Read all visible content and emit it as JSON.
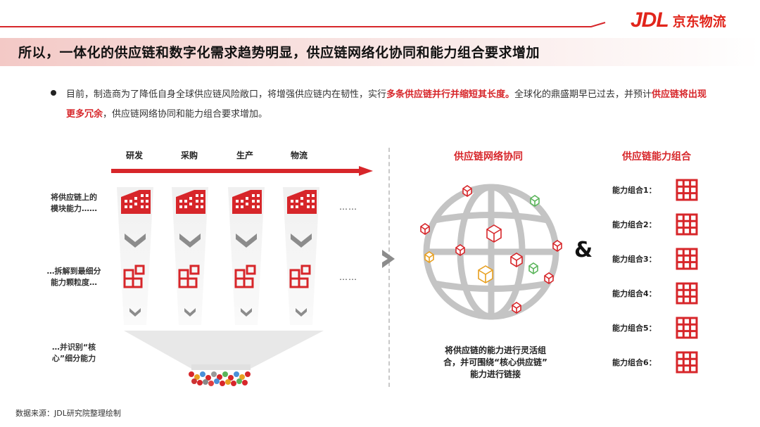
{
  "brand": {
    "logo_mark": "JDL",
    "logo_text": "京东物流",
    "color": "#e1251b"
  },
  "title": "所以，一体化的供应链和数字化需求趋势明显，供应链网络化协同和能力组合要求增加",
  "paragraph": {
    "part1": "目前，制造商为了降低自身全球供应链风险敞口，将增强供应链内在韧性，实行",
    "hl1": "多条供应链并行并缩短其长度。",
    "part2": "全球化的鼎盛期早已过去，并预计",
    "hl2": "供应链将出现更多冗余",
    "part3": "，供应链网络协同和能力组合要求增加。"
  },
  "stages": [
    "研发",
    "采购",
    "生产",
    "物流"
  ],
  "left_labels": {
    "row1_line1": "将供应链上的",
    "row1_line2": "模块能力……",
    "row2_line1": "…拆解到最细分",
    "row2_line2": "能力颗粒度…",
    "row3_line1": "…并识别“核",
    "row3_line2": "心”细分能力"
  },
  "ellipsis": "……",
  "network": {
    "heading": "供应链网络协同",
    "caption_line1": "将供应链的能力进行灵活组",
    "caption_line2": "合，并可围绕“核心供应链”",
    "caption_line3": "能力进行链接"
  },
  "ampersand": "&",
  "capability": {
    "heading": "供应链能力组合",
    "items": [
      "能力组合1：",
      "能力组合2：",
      "能力组合3：",
      "能力组合4：",
      "能力组合5：",
      "能力组合6："
    ]
  },
  "source": "数据来源：JDL研究院整理绘制",
  "colors": {
    "accent": "#d7262a",
    "chevron": "#8c8c8c",
    "funnel": "#e6e6e6"
  },
  "icons": [
    "building-icon",
    "modules-icon",
    "grid-icon",
    "globe-icon",
    "cube-icon",
    "chevron-down-icon",
    "chevron-right-icon"
  ]
}
